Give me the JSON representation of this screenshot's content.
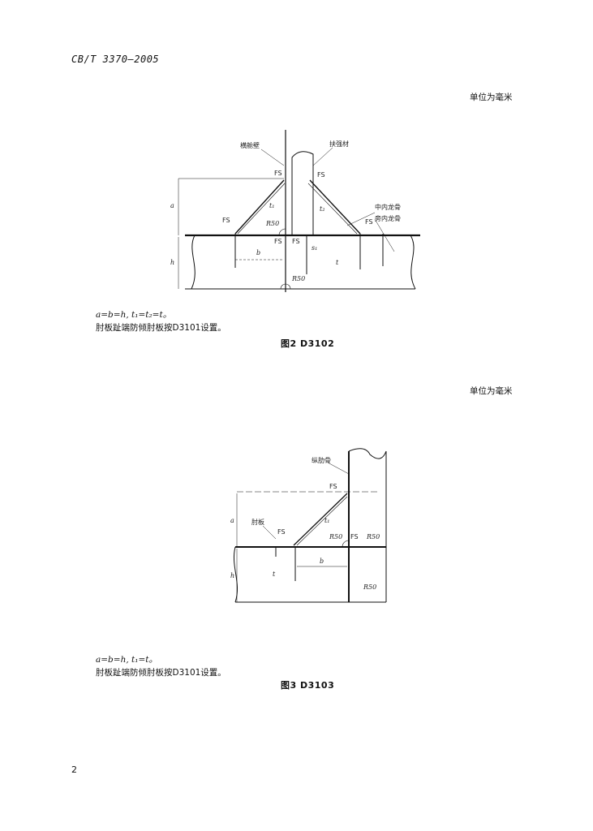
{
  "header": {
    "standard": "CB/T 3370—2005"
  },
  "figure2": {
    "unit_note": "单位为毫米",
    "labels": {
      "bulkhead": "横舱壁",
      "stiffener": "扶强材",
      "keelson": "中内龙骨",
      "side_keelson": "旁内龙骨",
      "fs": "FS",
      "r50": "R50",
      "a": "a",
      "b": "b",
      "h": "h",
      "t": "t",
      "t1": "t₁",
      "t2": "t₂",
      "s1": "s₁"
    },
    "formula": "a=b=h, t₁=t₂=t。",
    "note": "肘板趾端防倾肘板按D3101设置。",
    "caption": "图2  D3102"
  },
  "figure3": {
    "unit_note": "单位为毫米",
    "labels": {
      "frame": "纵肋骨",
      "face_plate": "肘板",
      "fs": "FS",
      "r50": "R50",
      "a": "a",
      "b": "b",
      "h": "h",
      "t": "t",
      "t1": "t₁"
    },
    "formula": "a=b=h, t₁=t。",
    "note": "肘板趾端防倾肘板按D3101设置。",
    "caption": "图3  D3103"
  },
  "page_number": "2"
}
